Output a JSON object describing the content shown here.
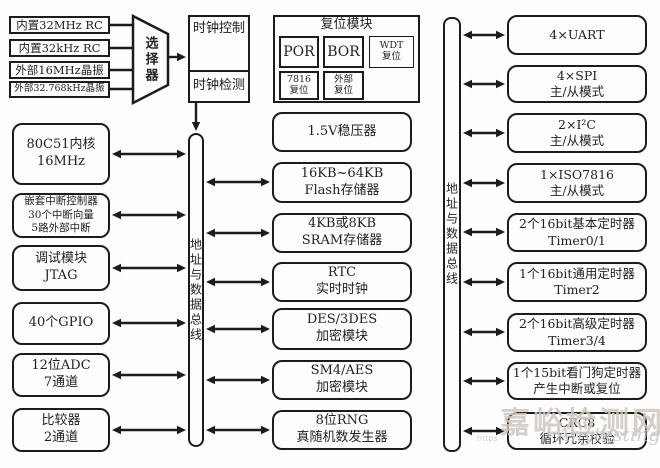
{
  "diagram": {
    "clock_sources": [
      {
        "label": "内置32MHz RC"
      },
      {
        "label": "内置32kHz RC"
      },
      {
        "label": "外部16MHz晶振"
      },
      {
        "label": "外部32.768kHz晶振"
      }
    ],
    "selector": {
      "label": "选择器"
    },
    "clock_module": {
      "control": "时钟控制",
      "detect": "时钟检测"
    },
    "reset_module": {
      "title": "复位模块",
      "por": "POR",
      "bor": "BOR",
      "wdt_line1": "WDT",
      "wdt_line2": "复位",
      "r7816_line1": "7816",
      "r7816_line2": "复位",
      "ext_line1": "外部",
      "ext_line2": "复位"
    },
    "buses": {
      "middle_label": "地址与数据总线",
      "right_label": "地址与数据总线"
    },
    "left_column": [
      {
        "lines": [
          "80C51内核",
          "16MHz"
        ]
      },
      {
        "lines": [
          "嵌套中断控制器",
          "30个中断向量",
          "5路外部中断"
        ]
      },
      {
        "lines": [
          "调试模块",
          "JTAG"
        ]
      },
      {
        "lines": [
          "40个GPIO"
        ]
      },
      {
        "lines": [
          "12位ADC",
          "7通道"
        ]
      },
      {
        "lines": [
          "比较器",
          "2通道"
        ]
      }
    ],
    "middle_column": [
      {
        "lines": [
          "1.5V稳压器"
        ]
      },
      {
        "lines": [
          "16KB~64KB",
          "Flash存储器"
        ]
      },
      {
        "lines": [
          "4KB或8KB",
          "SRAM存储器"
        ]
      },
      {
        "lines": [
          "RTC",
          "实时时钟"
        ]
      },
      {
        "lines": [
          "DES/3DES",
          "加密模块"
        ]
      },
      {
        "lines": [
          "SM4/AES",
          "加密模块"
        ]
      },
      {
        "lines": [
          "8位RNG",
          "真随机数发生器"
        ]
      }
    ],
    "right_column": [
      {
        "lines": [
          "4×UART"
        ]
      },
      {
        "lines": [
          "4×SPI",
          "主/从模式"
        ]
      },
      {
        "lines": [
          "2×I²C",
          "主/从模式"
        ]
      },
      {
        "lines": [
          "1×ISO7816",
          "主/从模式"
        ]
      },
      {
        "lines": [
          "2个16bit基本定时器",
          "Timer0/1"
        ]
      },
      {
        "lines": [
          "1个16bit通用定时器",
          "Timer2"
        ]
      },
      {
        "lines": [
          "2个16bit高级定时器",
          "Timer3/4"
        ]
      },
      {
        "lines": [
          "1个15bit看门狗定时器",
          "产生中断或复位"
        ]
      },
      {
        "lines": [
          "CRC8",
          "循环冗余校验"
        ]
      }
    ],
    "watermark": {
      "main": "嘉峪检测网",
      "sub": "Anytesting.com",
      "tiny": "https"
    },
    "colors": {
      "line": "#1c1c1c",
      "text": "#222222",
      "watermark_main": "#cfc8c0",
      "watermark_sub": "#c4c4c8"
    }
  }
}
